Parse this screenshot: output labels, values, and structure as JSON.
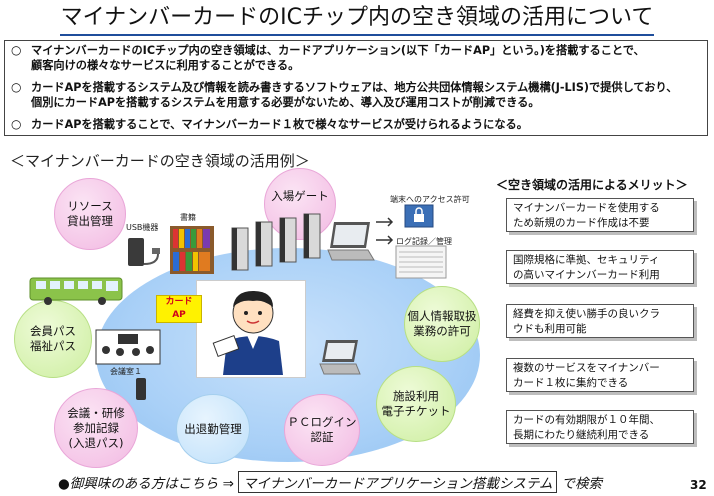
{
  "title": "マイナンバーカードのICチップ内の空き領域の活用について",
  "summary": [
    {
      "mark": "○",
      "text": "マイナンバーカードのICチップ内の空き領域は、カードアプリケーション(以下「カードAP」という。)を搭載することで、\n顧客向けの様々なサービスに利用することができる。"
    },
    {
      "mark": "○",
      "text": "カードAPを搭載するシステム及び情報を読み書きするソフトウェアは、地方公共団体情報システム機構(J-LIS)で提供しており、\n個別にカードAPを搭載するシステムを用意する必要がないため、導入及び運用コストが削減できる。"
    },
    {
      "mark": "○",
      "text": "カードAPを搭載することで、マイナンバーカード１枚で様々なサービスが受けられるようになる。"
    }
  ],
  "section_label": "＜マイナンバーカードの空き領域の活用例＞",
  "circles": {
    "resource": "リソース\n貸出管理",
    "gate": "入場ゲート",
    "member": "会員パス\n福祉パス",
    "personal": "個人情報取扱\n業務の許可",
    "meeting": "会議・研修\n参加記録\n(入退パス)",
    "attendance": "出退勤管理",
    "pc_login": "ＰＣログイン\n認証",
    "ticket": "施設利用\n電子チケット"
  },
  "labels": {
    "usb": "USB機器",
    "books": "書籍",
    "access": "端末へのアクセス許可",
    "log": "ログ記録／管理",
    "meeting_room": "会議室１"
  },
  "card_ap": "カード\nAP",
  "merit_title": "＜空き領域の活用によるメリット＞",
  "merits": [
    "マイナンバーカードを使用する\nため新規のカード作成は不要",
    "国際規格に準拠、セキュリティ\nの高いマイナンバーカード利用",
    "経費を抑え使い勝手の良いクラ\nウドも利用可能",
    "複数のサービスをマイナンバー\nカード１枚に集約できる",
    "カードの有効期限が１０年間、\n長期にわたり継続利用できる"
  ],
  "footer": {
    "prefix": "●御興味のある方はこちら ⇒",
    "boxed": "マイナンバーカードアプリケーション搭載システム",
    "suffix": "で検索"
  },
  "page_number": "32",
  "colors": {
    "title_rule": "#1f4e9c",
    "ellipse": "#a9d0f7",
    "card_ap": "#fff200"
  }
}
